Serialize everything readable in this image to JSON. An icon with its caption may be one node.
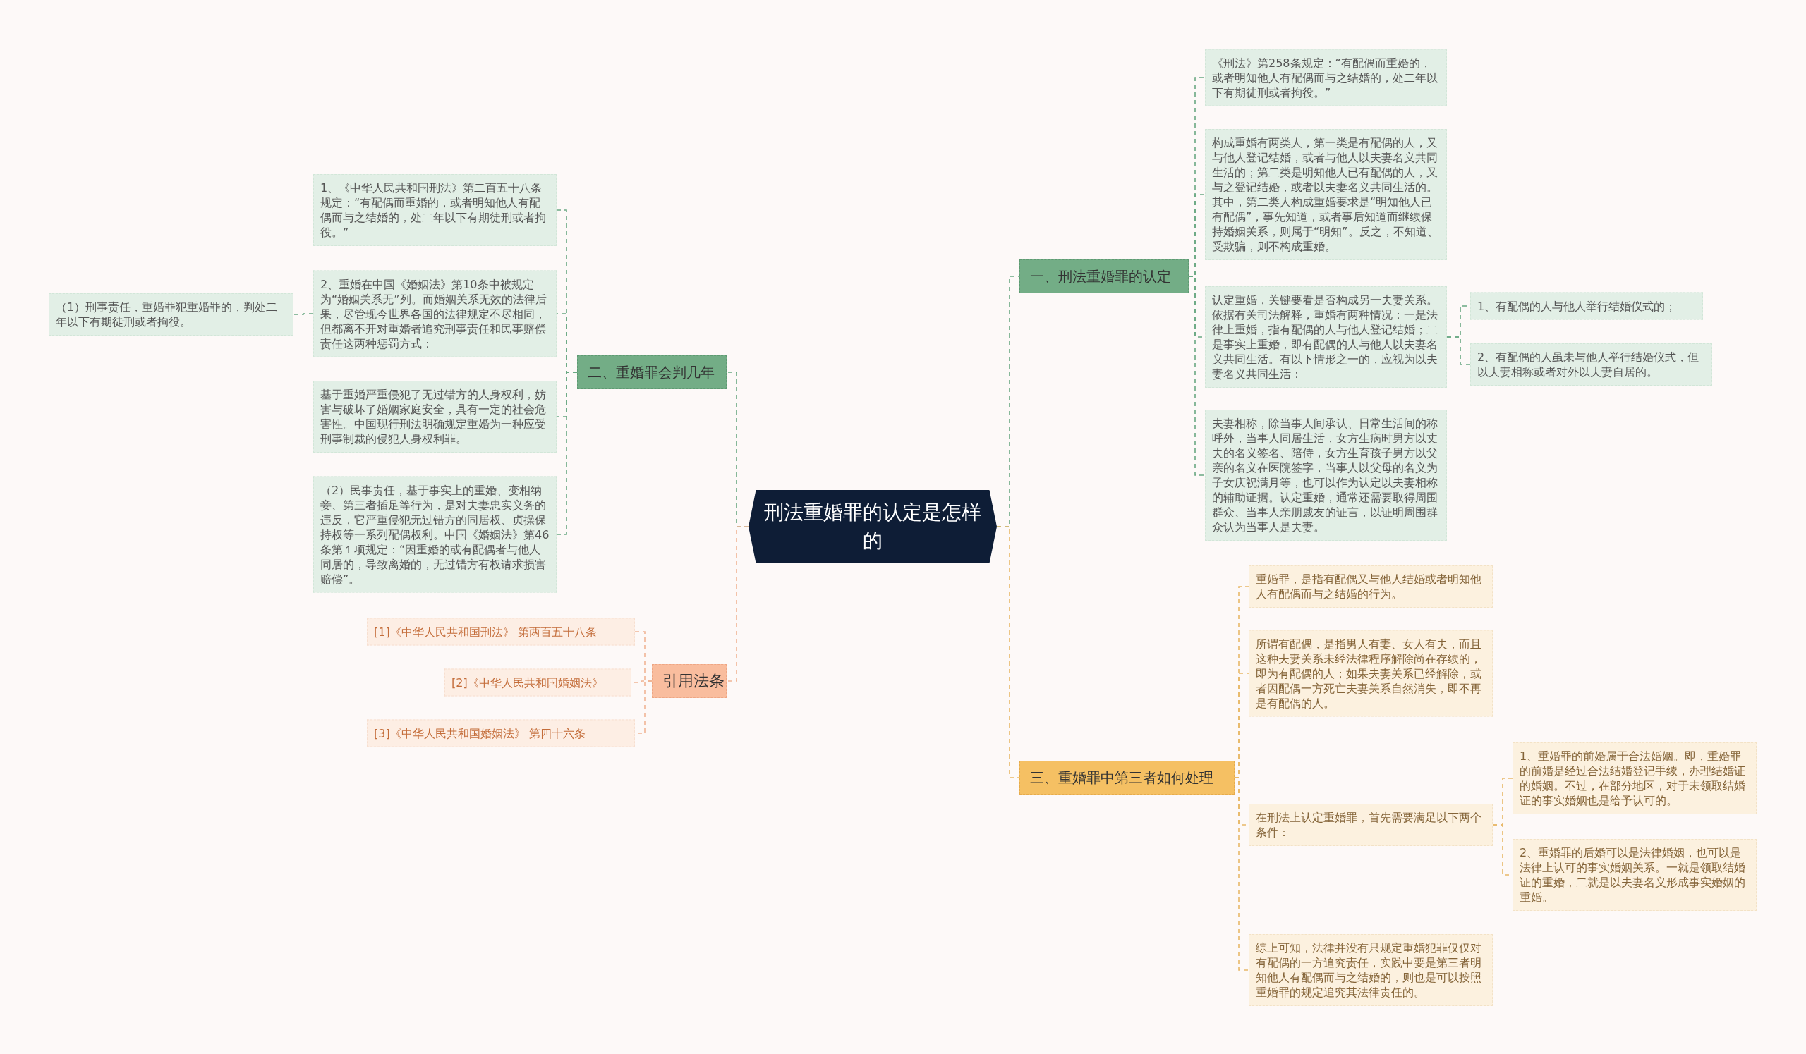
{
  "diagram": {
    "nodes": [
      {
        "text": [
          "刑法重婚罪的认定是怎样的"
        ]
      },
      {
        "text": [
          "一、刑法重婚罪的认定"
        ]
      },
      {
        "text": [
          "《刑法》第258条规定：“有配偶而重婚的，或者明知他人有配偶而与之结婚的，处二年以下有期徒刑或者拘役。”"
        ]
      },
      {
        "text": [
          "构成重婚有两类人，第一类是有配偶的人，又与他人登记结婚，或者与他人以夫妻名义共同生活的；第二类是明知他人已有配偶的人，又与之登记结婚，或者以夫妻名义共同生活的。其中，第二类人构成重婚要求是“明知他人已有配偶”，事先知道，或者事后知道而继续保持婚姻关系，则属于“明知”。反之，不知道、受欺骗，则不构成重婚。"
        ]
      },
      {
        "text": [
          "认定重婚，关键要看是否构成另一夫妻关系。依据有关司法解释，重婚有两种情况：一是法律上重婚，指有配偶的人与他人登记结婚；二是事实上重婚，即有配偶的人与他人以夫妻名义共同生活。有以下情形之一的，应视为以夫妻名义共同生活："
        ]
      },
      {
        "text": [
          "1、有配偶的人与他人举行结婚仪式的；"
        ]
      },
      {
        "text": [
          "2、有配偶的人虽未与他人举行结婚仪式，但以夫妻相称或者对外以夫妻自居的。"
        ]
      },
      {
        "text": [
          "夫妻相称，除当事人间承认、日常生活间的称呼外，当事人同居生活，女方生病时男方以丈夫的名义签名、陪侍，女方生育孩子男方以父亲的名义在医院签字，当事人以父母的名义为子女庆祝满月等，也可以作为认定以夫妻相称的辅助证据。认定重婚，通常还需要取得周围群众、当事人亲朋戚友的证言，以证明周围群众认为当事人是夫妻。"
        ]
      },
      {
        "text": [
          "二、重婚罪会判几年"
        ]
      },
      {
        "text": [
          "1、《中华人民共和国刑法》第二百五十八条规定：“有配偶而重婚的，或者明知他人有配偶而与之结婚的，处二年以下有期徒刑或者拘役。”"
        ]
      },
      {
        "text": [
          "2、重婚在中国《婚姻法》第10条中被规定为“婚姻关系无”列。而婚姻关系无效的法律后果，尽管现今世界各国的法律规定不尽相同，但都离不开对重婚者追究刑事责任和民事赔偿责任这两种惩罚方式："
        ]
      },
      {
        "text": [
          "（1）刑事责任，重婚罪犯重婚罪的，判处二年以下有期徒刑或者拘役。"
        ]
      },
      {
        "text": [
          "基于重婚严重侵犯了无过错方的人身权利，妨害与破坏了婚姻家庭安全，具有一定的社会危害性。中国现行刑法明确规定重婚为一种应受刑事制裁的侵犯人身权利罪。"
        ]
      },
      {
        "text": [
          "（2）民事责任，基于事实上的重婚、变相纳妾、第三者插足等行为，是对夫妻忠实义务的违反，它严重侵犯无过错方的同居权、贞操保持权等一系列配偶权利。中国《婚姻法》第46条第１项规定：“因重婚的或有配偶者与他人同居的，导致离婚的，无过错方有权请求损害赔偿”。"
        ]
      },
      {
        "text": [
          "引用法条"
        ]
      },
      {
        "text": [
          "[1]《中华人民共和国刑法》 第两百五十八条"
        ]
      },
      {
        "text": [
          "[2]《中华人民共和国婚姻法》"
        ]
      },
      {
        "text": [
          "[3]《中华人民共和国婚姻法》 第四十六条"
        ]
      },
      {
        "text": [
          "三、重婚罪中第三者如何处理"
        ]
      },
      {
        "text": [
          "重婚罪，是指有配偶又与他人结婚或者明知他人有配偶而与之结婚的行为。"
        ]
      },
      {
        "text": [
          "所谓有配偶，是指男人有妻、女人有夫，而且这种夫妻关系未经法律程序解除尚在存续的，即为有配偶的人；如果夫妻关系已经解除，或者因配偶一方死亡夫妻关系自然消失，即不再是有配偶的人。"
        ]
      },
      {
        "text": [
          "在刑法上认定重婚罪，首先需要满足以下两个条件："
        ]
      },
      {
        "text": [
          "1、重婚罪的前婚属于合法婚姻。即，重婚罪的前婚是经过合法结婚登记手续，办理结婚证的婚姻。不过，在部分地区，对于未领取结婚证的事实婚姻也是给予认可的。"
        ]
      },
      {
        "text": [
          "2、重婚罪的后婚可以是法律婚姻，也可以是法律上认可的事实婚姻关系。一就是领取结婚证的重婚，二就是以夫妻名义形成事实婚姻的重婚。"
        ]
      },
      {
        "text": [
          "综上可知，法律并没有只规定重婚犯罪仅仅对有配偶的一方追究责任，实践中要是第三者明知他人有配偶而与之结婚的，则也是可以按照重婚罪的规定追究其法律责任的。"
        ]
      }
    ],
    "edges": [
      {
        "from": 0,
        "to": 1,
        "arrow": "none",
        "style": "dashed"
      },
      {
        "from": 1,
        "to": 2,
        "arrow": "none",
        "style": "dashed"
      },
      {
        "from": 1,
        "to": 3,
        "arrow": "none",
        "style": "dashed"
      },
      {
        "from": 1,
        "to": 4,
        "arrow": "none",
        "style": "dashed"
      },
      {
        "from": 4,
        "to": 5,
        "arrow": "none",
        "style": "dashed"
      },
      {
        "from": 4,
        "to": 6,
        "arrow": "none",
        "style": "dashed"
      },
      {
        "from": 1,
        "to": 7,
        "arrow": "none",
        "style": "dashed"
      },
      {
        "from": 0,
        "to": 8,
        "arrow": "none",
        "style": "dashed"
      },
      {
        "from": 8,
        "to": 9,
        "arrow": "none",
        "style": "dashed"
      },
      {
        "from": 8,
        "to": 10,
        "arrow": "none",
        "style": "dashed"
      },
      {
        "from": 10,
        "to": 11,
        "arrow": "none",
        "style": "dashed"
      },
      {
        "from": 8,
        "to": 12,
        "arrow": "none",
        "style": "dashed"
      },
      {
        "from": 8,
        "to": 13,
        "arrow": "none",
        "style": "dashed"
      },
      {
        "from": 0,
        "to": 14,
        "arrow": "none",
        "style": "dashed",
        "color": "#f0b595"
      },
      {
        "from": 14,
        "to": 15,
        "arrow": "none",
        "style": "dashed",
        "color": "#f0b595"
      },
      {
        "from": 14,
        "to": 16,
        "arrow": "none",
        "style": "dashed",
        "color": "#f0b595"
      },
      {
        "from": 14,
        "to": 17,
        "arrow": "none",
        "style": "dashed",
        "color": "#f0b595"
      },
      {
        "from": 0,
        "to": 18,
        "arrow": "none",
        "style": "dashed",
        "color": "#e8b868"
      },
      {
        "from": 18,
        "to": 19,
        "arrow": "none",
        "style": "dashed",
        "color": "#e8b868"
      },
      {
        "from": 18,
        "to": 20,
        "arrow": "none",
        "style": "dashed",
        "color": "#e8b868"
      },
      {
        "from": 18,
        "to": 21,
        "arrow": "none",
        "style": "dashed",
        "color": "#e8b868"
      },
      {
        "from": 21,
        "to": 22,
        "arrow": "none",
        "style": "dashed",
        "color": "#e8b868"
      },
      {
        "from": 21,
        "to": 23,
        "arrow": "none",
        "style": "dashed",
        "color": "#e8b868"
      },
      {
        "from": 18,
        "to": 24,
        "arrow": "none",
        "style": "dashed",
        "color": "#e8b868"
      }
    ]
  }
}
